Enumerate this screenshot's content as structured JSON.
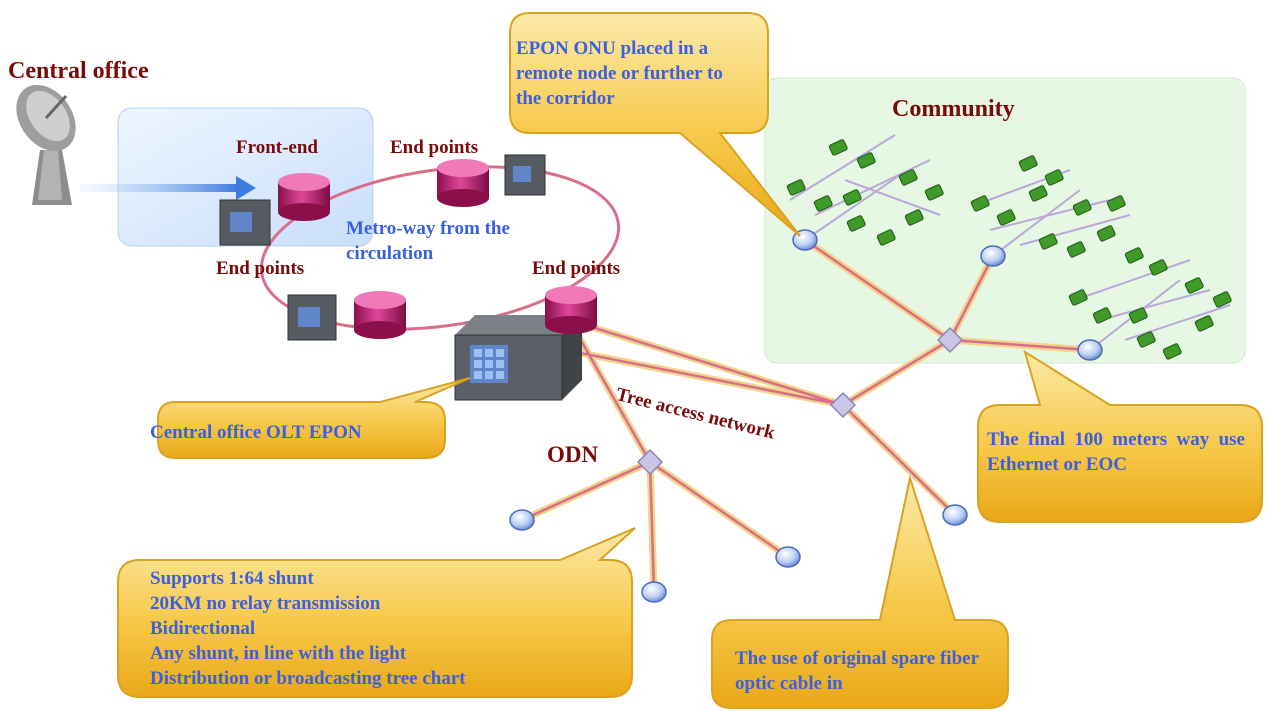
{
  "labels": {
    "central_office": "Central office",
    "community": "Community",
    "front_end": "Front-end",
    "end_points_top": "End points",
    "end_points_left": "End points",
    "end_points_right": "End points",
    "metro_way": "Metro-way from the circulation",
    "odn": "ODN",
    "tree_access_network": "Tree access network"
  },
  "callouts": {
    "epon_onu": "EPON ONU placed in a remote node or further to the corridor",
    "olt": "Central office OLT EPON",
    "final_100m": "The final 100 meters way use Ethernet or EOC",
    "spare_fiber": "The use of original spare fiber optic cable in",
    "odn_features": [
      "Supports 1:64 shunt",
      "20KM no relay transmission",
      "Bidirectional",
      "Any shunt, in line with the light",
      "Distribution or broadcasting tree chart"
    ]
  },
  "colors": {
    "label_dark_red": "#7a0a0a",
    "label_blue": "#3a5fe0",
    "callout_fill": "#f5bd2e",
    "community_fill": "#e6f7e3",
    "office_fill": "#dcebfa",
    "node_magenta": "#c0287a",
    "fiber_pink": "#d86f8a",
    "fiber_yellow": "#f2d48a"
  }
}
